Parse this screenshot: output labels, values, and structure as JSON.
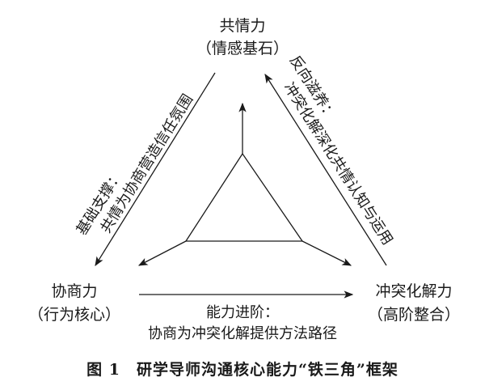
{
  "nodes": {
    "top": {
      "title": "共情力",
      "subtitle": "（情感基石）"
    },
    "left": {
      "title": "协商力",
      "subtitle": "（行为核心）"
    },
    "right": {
      "title": "冲突化解力",
      "subtitle": "（高阶整合）"
    }
  },
  "edges": {
    "left_side": {
      "line1": "基础支撑：",
      "line2": "共情为协商营造信任氛围"
    },
    "right_side": {
      "line1": "反向滋养：",
      "line2": "冲突化解深化共情认知与运用"
    },
    "bottom_side": {
      "line1": "能力进阶：",
      "line2": "协商为冲突化解提供方法路径"
    }
  },
  "caption": "图 1　研学导师沟通核心能力“铁三角”框架"
}
